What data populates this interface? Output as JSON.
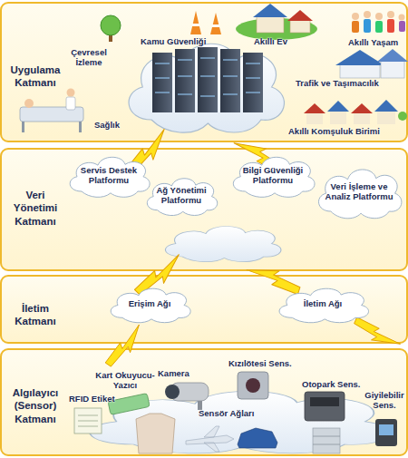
{
  "diagram": {
    "nodes": [
      {
        "text": [
          "Uygulama Katmanı"
        ]
      },
      {
        "text": [
          "Veri Yönetimi Katmanı"
        ]
      },
      {
        "text": [
          "Servis Destek Platformu"
        ],
        "in": 1
      },
      {
        "text": [
          "Ağ Yönetimi Platformu"
        ],
        "in": 1
      },
      {
        "text": [
          "Bilgi Güvenliği Platformu"
        ],
        "in": 1
      },
      {
        "text": [
          "Veri İşleme ve Analiz Platformu"
        ],
        "in": 1
      },
      {
        "text": [
          "İletim Katmanı"
        ]
      },
      {
        "text": [
          "Erişim Ağı"
        ],
        "in": 6
      },
      {
        "text": [
          "İletim Ağı"
        ],
        "in": 6
      },
      {
        "text": [
          "Algılayıcı (Sensor) Katmanı"
        ]
      }
    ],
    "labels": [
      "Çevresel İzleme",
      "Kamu Güvenliği",
      "Akıllı Ev",
      "Akıllı Yaşam",
      "Trafik ve Taşımacılık",
      "Sağlık",
      "Akıllı Komşuluk Birimi",
      "Kart Okuyucu-Yazıcı",
      "Kamera",
      "Kızılötesi Sens.",
      "Otopark Sens.",
      "Giyilebilir Sens.",
      "RFID Etiket",
      "Sensör Ağları"
    ]
  }
}
